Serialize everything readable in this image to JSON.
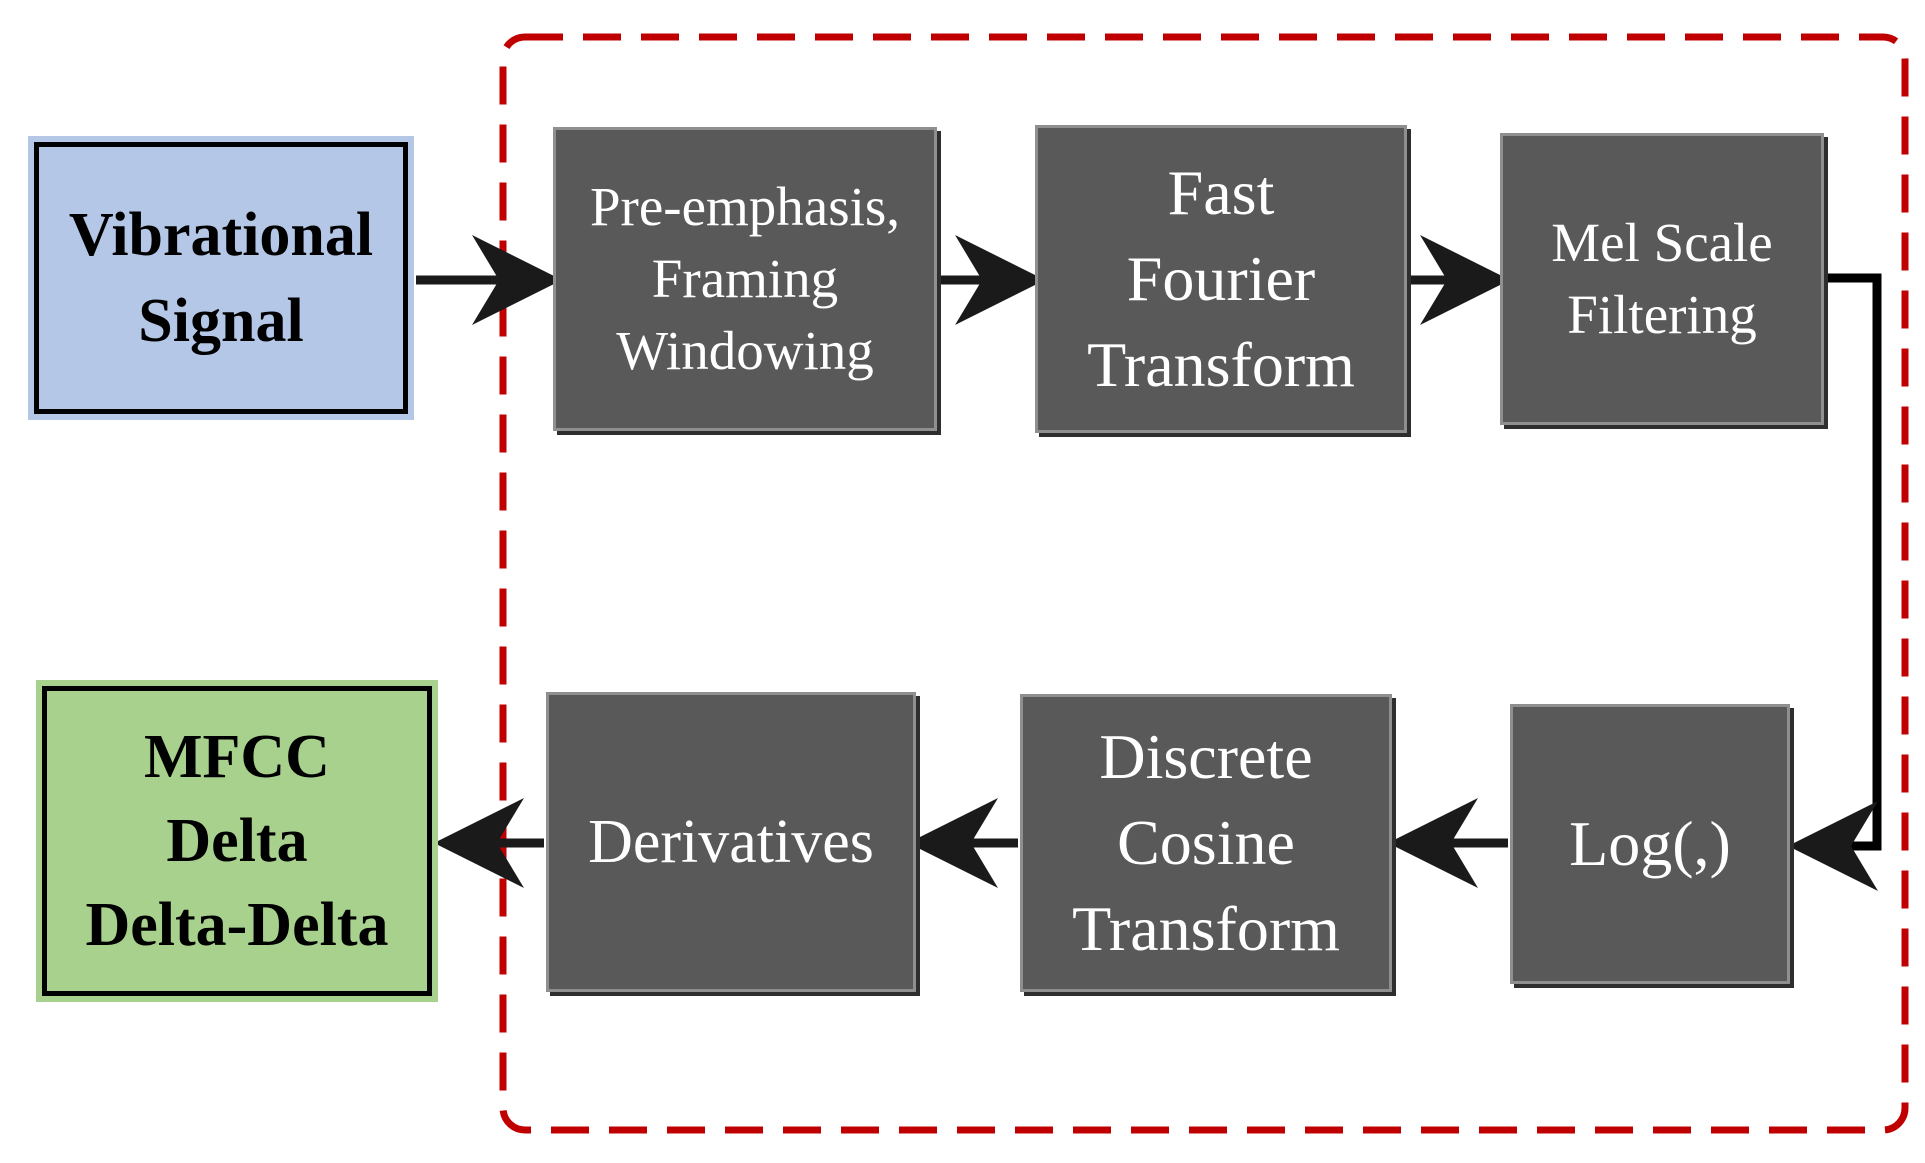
{
  "input": {
    "label": "Vibrational\nSignal",
    "color": "#b4c7e7"
  },
  "output": {
    "label": "MFCC\nDelta\nDelta-Delta",
    "color": "#a9d18e"
  },
  "steps": [
    {
      "label": "Pre-emphasis,\nFraming\nWindowing"
    },
    {
      "label": "Fast\nFourier\nTransform"
    },
    {
      "label": "Mel Scale\nFiltering"
    },
    {
      "label": "Log(,)"
    },
    {
      "label": "Discrete\nCosine\nTransform"
    },
    {
      "label": "Derivatives"
    }
  ],
  "colors": {
    "process_fill": "#595959",
    "process_text": "#ffffff",
    "dashed_boundary": "#c00000",
    "arrow": "#000000"
  }
}
